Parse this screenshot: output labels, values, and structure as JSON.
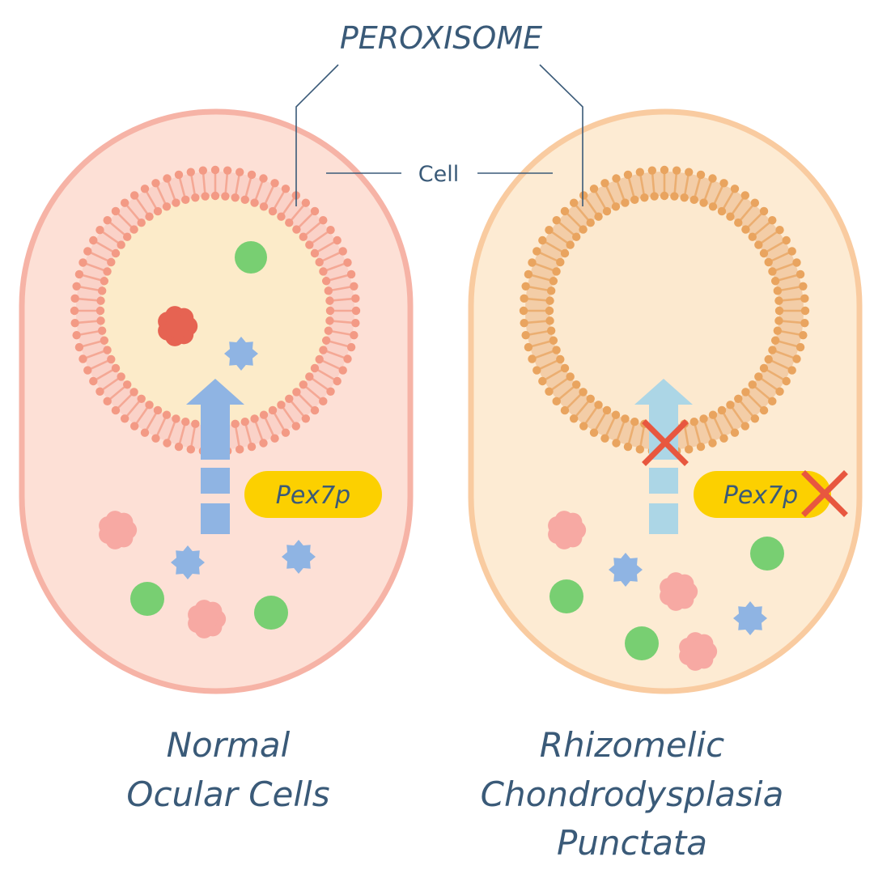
{
  "header": {
    "title": "PEROXISOME",
    "cell_label": "Cell"
  },
  "panels": [
    {
      "id": "normal",
      "caption_lines": [
        "Normal",
        "Ocular Cells"
      ],
      "receptor_label": "Pex7p",
      "import_blocked": false
    },
    {
      "id": "rcdp",
      "caption_lines": [
        "Rhizomelic",
        "Chondrodysplasia",
        "Punctata"
      ],
      "receptor_label": "Pex7p",
      "import_blocked": true
    }
  ],
  "colors": {
    "text": "#3a5a78",
    "normal_cell_fill": "#fde0d6",
    "normal_cell_border": "#f6b3a6",
    "normal_membrane": "#f39a85",
    "normal_lumen": "#fcebc9",
    "rcdp_cell_fill": "#fdebd3",
    "rcdp_cell_border": "#f9cba0",
    "rcdp_membrane": "#e9a45f",
    "rcdp_lumen": "#fce9cf",
    "receptor_badge": "#fcd000",
    "block_mark": "#e8573f",
    "import_arrow_normal": "#8fb4e3",
    "import_arrow_blocked": "#acd6e6",
    "cargo_green": "#78cf72",
    "cargo_blue": "#8fb4e3",
    "cargo_pink": "#f7a9a3",
    "cargo_red": "#e66352"
  },
  "icons": [
    "cargo-green-dot",
    "cargo-blue-star",
    "cargo-pink-flower",
    "cargo-red-flower",
    "import-arrow",
    "block-x-icon"
  ]
}
